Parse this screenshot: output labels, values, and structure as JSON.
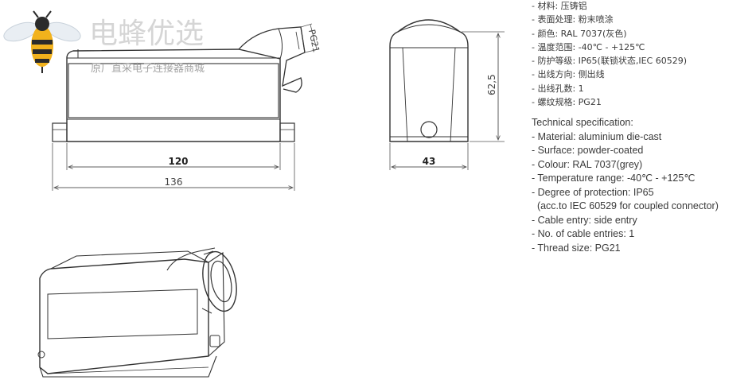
{
  "watermark": {
    "brand": "电蜂优选",
    "tagline": "原厂直采电子连接器商城"
  },
  "dimensions": {
    "body_width": "120",
    "overall_width": "136",
    "cable_thread": "PG21",
    "side_width": "43",
    "height": "62,5"
  },
  "specs_cn": [
    "- 材料: 压铸铝",
    "- 表面处理: 粉末喷涂",
    "- 颜色: RAL 7037(灰色)",
    "- 温度范围: -40℃ - +125℃",
    "- 防护等级: IP65(联锁状态,IEC 60529)",
    "- 出线方向: 侧出线",
    "- 出线孔数: 1",
    "- 螺纹规格: PG21"
  ],
  "specs_en_title": "Technical specification:",
  "specs_en": [
    "- Material: aluminium die-cast",
    "- Surface: powder-coated",
    "- Colour: RAL 7037(grey)",
    "- Temperature range: -40℃ - +125℃",
    "- Degree of protection: IP65",
    "  (acc.to IEC 60529 for coupled connector)",
    "- Cable entry: side entry",
    "- No. of cable entries: 1",
    "- Thread size: PG21"
  ],
  "colors": {
    "line": "#333333",
    "bee_body": "#f2b21c",
    "bee_stripe": "#2b2b2b"
  }
}
